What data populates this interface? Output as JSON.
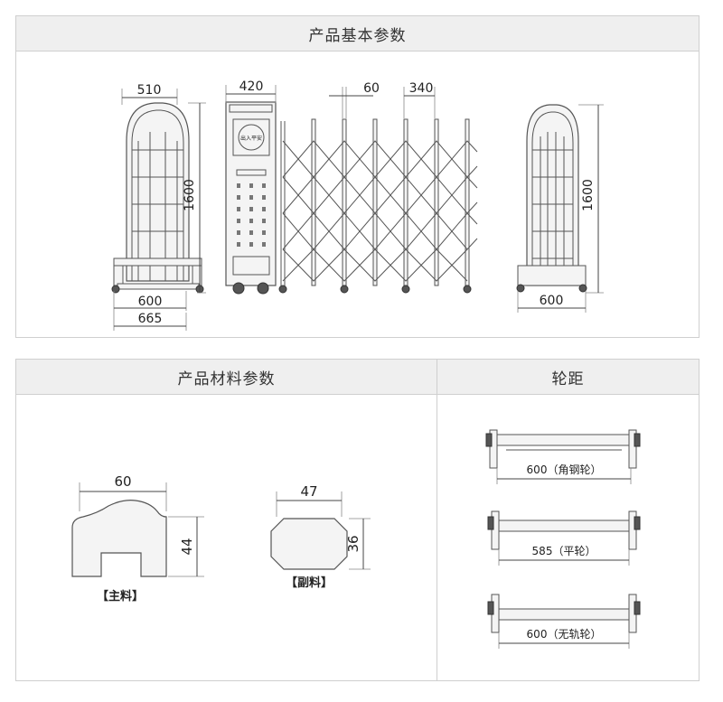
{
  "top_panel": {
    "title": "产品基本参数",
    "dims": {
      "left_width": "510",
      "left_height": "1600",
      "left_base_inner": "600",
      "left_base_outer": "665",
      "box_width": "420",
      "gate_spacing": "60",
      "gate_pitch": "340",
      "right_height": "1600",
      "right_base": "600"
    },
    "control_box": {
      "display_text": "出入平安"
    }
  },
  "material_panel": {
    "title": "产品材料参数",
    "main_profile": {
      "width": "60",
      "height": "44",
      "label": "【主料】"
    },
    "sub_profile": {
      "width": "47",
      "height": "36",
      "label": "【副料】"
    }
  },
  "wheel_panel": {
    "title": "轮距",
    "items": [
      {
        "label": "600（角钢轮）"
      },
      {
        "label": "585（平轮）"
      },
      {
        "label": "600（无轨轮）"
      }
    ]
  }
}
